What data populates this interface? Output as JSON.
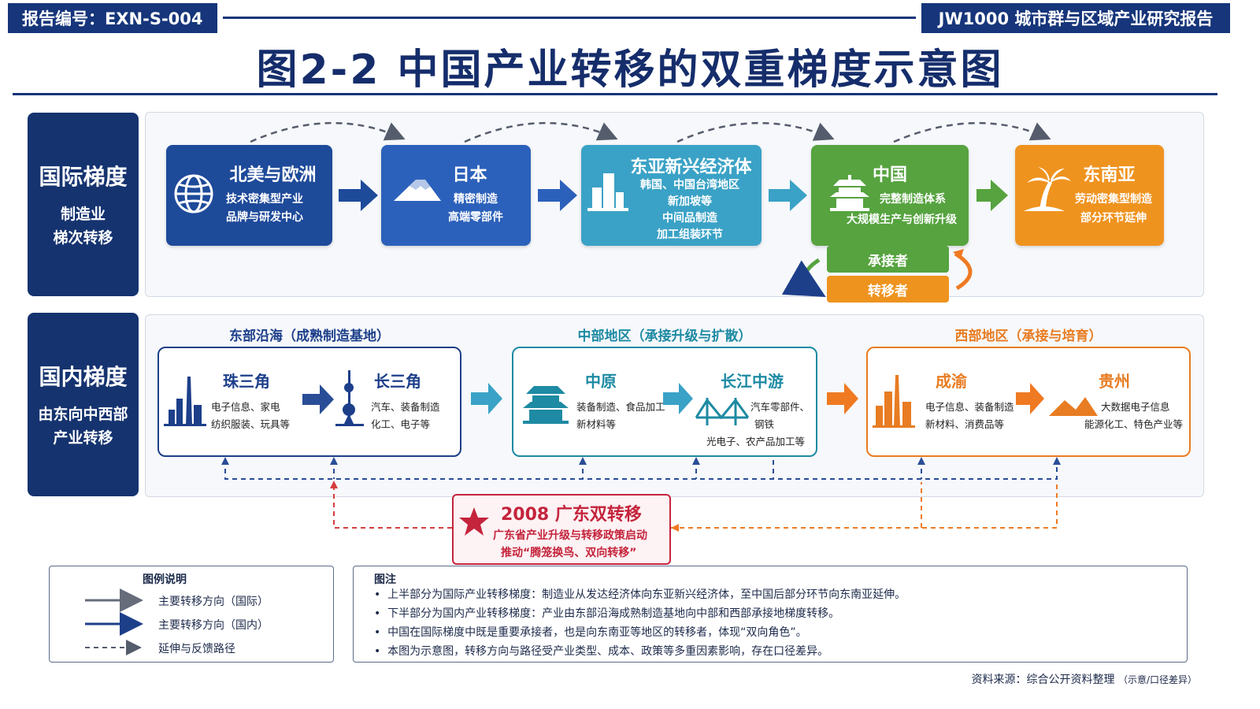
{
  "header": {
    "report_id": "报告编号：EXN-S-004",
    "report_title": "JW1000 城市群与区域产业研究报告",
    "main_title": "图2-2  中国产业转移的双重梯度示意图"
  },
  "international": {
    "side_title": "国际梯度",
    "side_sub1": "制造业",
    "side_sub2": "梯次转移",
    "nodes": [
      {
        "name": "北美与欧洲",
        "desc": [
          "技术密集型产业",
          "品牌与研发中心"
        ],
        "color": "#1e4a9a",
        "icon": "globe-icon"
      },
      {
        "name": "日本",
        "desc": [
          "精密制造",
          "高端零部件"
        ],
        "color": "#2c61bb",
        "icon": "mountain-icon"
      },
      {
        "name": "东亚新兴经济体",
        "desc": [
          "韩国、中国台湾地区",
          "新加坡等",
          "中间品制造",
          "加工组装环节"
        ],
        "color": "#3aa2c6",
        "icon": "skyline-icon"
      },
      {
        "name": "中国",
        "desc": [
          "完整制造体系",
          "大规模生产与创新升级"
        ],
        "color": "#56a33f",
        "icon": "pagoda-icon"
      },
      {
        "name": "东南亚",
        "desc": [
          "劳动密集型制造",
          "部分环节延伸"
        ],
        "color": "#ef931f",
        "icon": "palm-tree-icon"
      }
    ],
    "role_receiver": "承接者",
    "role_transferor": "转移者"
  },
  "domestic": {
    "side_title": "国内梯度",
    "side_sub1": "由东向中西部",
    "side_sub2": "产业转移",
    "regions": [
      {
        "heading": "东部沿海（成熟制造基地）",
        "color": "#1d3f8a",
        "cities": [
          {
            "name": "珠三角",
            "desc": [
              "电子信息、家电",
              "纺织服装、玩具等"
            ],
            "icon": "city-tower-icon"
          },
          {
            "name": "长三角",
            "desc": [
              "汽车、装备制造",
              "化工、电子等"
            ],
            "icon": "tv-tower-icon"
          }
        ]
      },
      {
        "heading": "中部地区（承接升级与扩散）",
        "color": "#1e8aa3",
        "cities": [
          {
            "name": "中原",
            "desc": [
              "装备制造、食品加工",
              "新材料等"
            ],
            "icon": "temple-icon"
          },
          {
            "name": "长江中游",
            "desc": [
              "汽车零部件、",
              "钢铁",
              "光电子、农产品加工等"
            ],
            "icon": "bridge-icon"
          }
        ]
      },
      {
        "heading": "西部地区（承接与培育）",
        "color": "#e87c22",
        "cities": [
          {
            "name": "成渝",
            "desc": [
              "电子信息、装备制造",
              "新材料、消费品等"
            ],
            "icon": "city-orange-icon"
          },
          {
            "name": "贵州",
            "desc": [
              "大数据电子信息",
              "能源化工、特色产业等"
            ],
            "icon": "mountains-icon"
          }
        ]
      }
    ]
  },
  "guangdong": {
    "title": "2008 广东双转移",
    "line1": "广东省产业升级与转移政策启动",
    "line2": "推动“腾笼换鸟、双向转移”",
    "icon": "star-icon"
  },
  "legend": {
    "title": "图例说明",
    "items": [
      "主要转移方向（国际）",
      "主要转移方向（国内）",
      "延伸与反馈路径"
    ]
  },
  "notes": {
    "title": "图注",
    "items": [
      "上半部分为国际产业转移梯度：制造业从发达经济体向东亚新兴经济体，至中国后部分环节向东南亚延伸。",
      "下半部分为国内产业转移梯度：产业由东部沿海成熟制造基地向中部和西部承接地梯度转移。",
      "中国在国际梯度中既是重要承接者，也是向东南亚等地区的转移者，体现“双向角色”。",
      "本图为示意图，转移方向与路径受产业类型、成本、政策等多重因素影响，存在口径差异。"
    ]
  },
  "source": {
    "label": "资料来源：综合公开资料整理",
    "note": "（示意/口径差异）"
  },
  "colors": {
    "navy": "#16357a",
    "green": "#56a33f",
    "orange": "#ef931f",
    "teal": "#3aa2c6",
    "red": "#c4243c"
  }
}
